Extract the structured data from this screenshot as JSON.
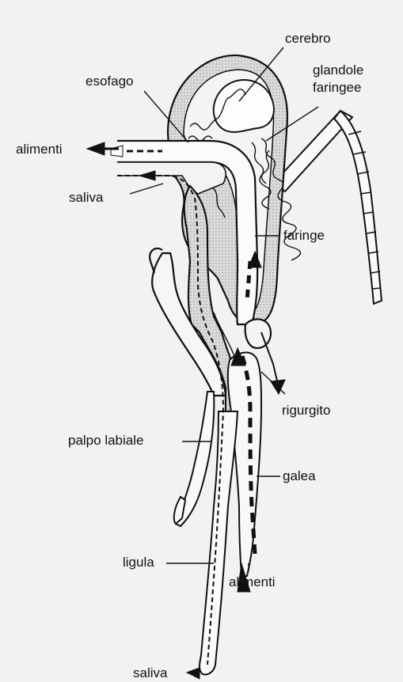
{
  "labels": {
    "cerebro": "cerebro",
    "esofago": "esofago",
    "glandole_1": "glandole",
    "glandole_2": "faringee",
    "alimenti_top": "alimenti",
    "saliva_top": "saliva",
    "faringe": "faringe",
    "rigurgito": "rigurgito",
    "palpo_labiale": "palpo labiale",
    "galea": "galea",
    "ligula": "ligula",
    "alimenti_bottom": "alimenti",
    "saliva_bottom": "saliva"
  }
}
